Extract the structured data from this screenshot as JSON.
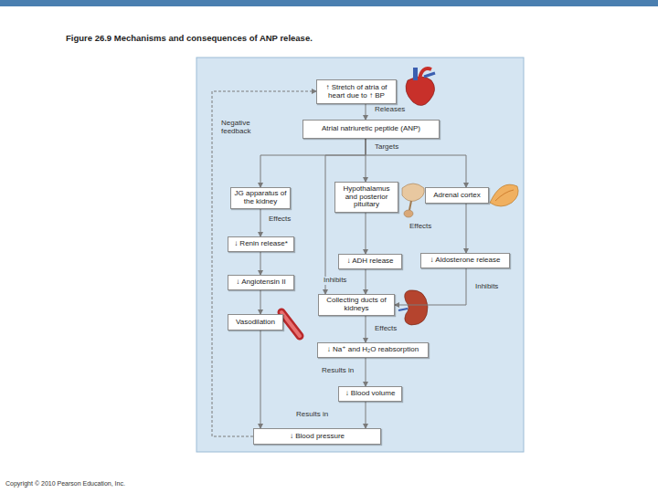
{
  "diagram": {
    "title": "Figure 26.9 Mechanisms and consequences of ANP release.",
    "nodes": [
      {
        "text": [
          "↑ Stretch of atria of heart due to ↑ BP"
        ]
      },
      {
        "text": [
          "Atrial natriuretic peptide (ANP)"
        ]
      },
      {
        "text": [
          "JG apparatus of the kidney"
        ]
      },
      {
        "text": [
          "Hypothalamus and posterior pituitary"
        ]
      },
      {
        "text": [
          "Adrenal cortex"
        ]
      },
      {
        "text": [
          "↓ Renin release*"
        ]
      },
      {
        "text": [
          "↓ ADH release"
        ]
      },
      {
        "text": [
          "↓ Aldosterone release"
        ]
      },
      {
        "text": [
          "↓ Angiotensin II"
        ]
      },
      {
        "text": [
          "Collecting ducts of kidneys"
        ]
      },
      {
        "text": [
          "Vasodilation"
        ]
      },
      {
        "text": [
          "↓ Na⁺ and H₂O reabsorption"
        ]
      },
      {
        "text": [
          "↓ Blood volume"
        ]
      },
      {
        "text": [
          "↓ Blood pressure"
        ]
      }
    ],
    "edges": [
      {
        "from": 0,
        "to": 1,
        "arrow": "to",
        "label": "Releases"
      },
      {
        "from": 1,
        "to": 2,
        "arrow": "to"
      },
      {
        "from": 1,
        "to": 3,
        "arrow": "to",
        "label": "Targets"
      },
      {
        "from": 1,
        "to": 4,
        "arrow": "to"
      },
      {
        "from": 1,
        "to": 9,
        "arrow": "to"
      },
      {
        "from": 2,
        "to": 5,
        "arrow": "to",
        "label": "Effects"
      },
      {
        "from": 3,
        "to": 6,
        "arrow": "to",
        "label": "Effects"
      },
      {
        "from": 4,
        "to": 7,
        "arrow": "to"
      },
      {
        "from": 5,
        "to": 8,
        "arrow": "to"
      },
      {
        "from": 8,
        "to": 10,
        "arrow": "to"
      },
      {
        "from": 6,
        "to": 9,
        "arrow": "to",
        "label": "Inhibits"
      },
      {
        "from": 7,
        "to": 9,
        "arrow": "to",
        "label": "Inhibits"
      },
      {
        "from": 9,
        "to": 11,
        "arrow": "to",
        "label": "Effects"
      },
      {
        "from": 11,
        "to": 12,
        "arrow": "to",
        "label": "Results in"
      },
      {
        "from": 12,
        "to": 13,
        "arrow": "to",
        "label": "Results in"
      },
      {
        "from": 10,
        "to": 13,
        "arrow": "to"
      },
      {
        "from": 13,
        "to": 0,
        "arrow": "to",
        "label": "Negative feedback"
      }
    ],
    "labels": [
      "Copyright © 2010 Pearson Education, Inc."
    ]
  }
}
